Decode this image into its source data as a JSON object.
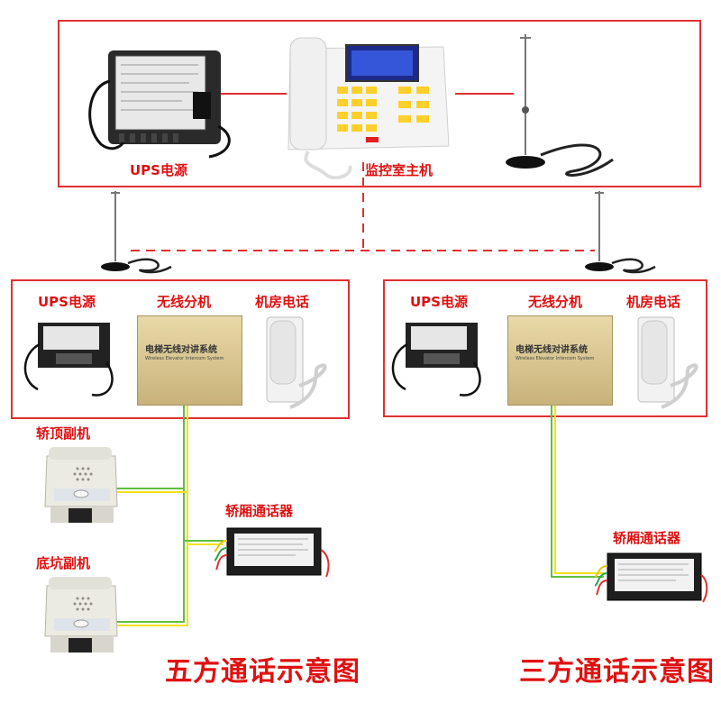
{
  "top": {
    "ups_label": "UPS电源",
    "host_label": "监控室主机"
  },
  "left_group": {
    "ups_label": "UPS电源",
    "splitter_label": "无线分机",
    "phone_label": "机房电话",
    "car_top_label": "轿顶副机",
    "pit_label": "底坑副机",
    "car_label": "轿厢通话器",
    "caption": "五方通话示意图"
  },
  "right_group": {
    "ups_label": "UPS电源",
    "splitter_label": "无线分机",
    "phone_label": "机房电话",
    "car_label": "轿厢通话器",
    "caption": "三方通话示意图"
  },
  "device_text": {
    "splitter_cn": "电梯无线对讲系统",
    "splitter_en": "Wireless Elevator Intercom System"
  },
  "colors": {
    "frame": "#e03030",
    "label": "#e01010",
    "wire_green": "#5fbf3f",
    "wire_yellow": "#f2e21a"
  }
}
